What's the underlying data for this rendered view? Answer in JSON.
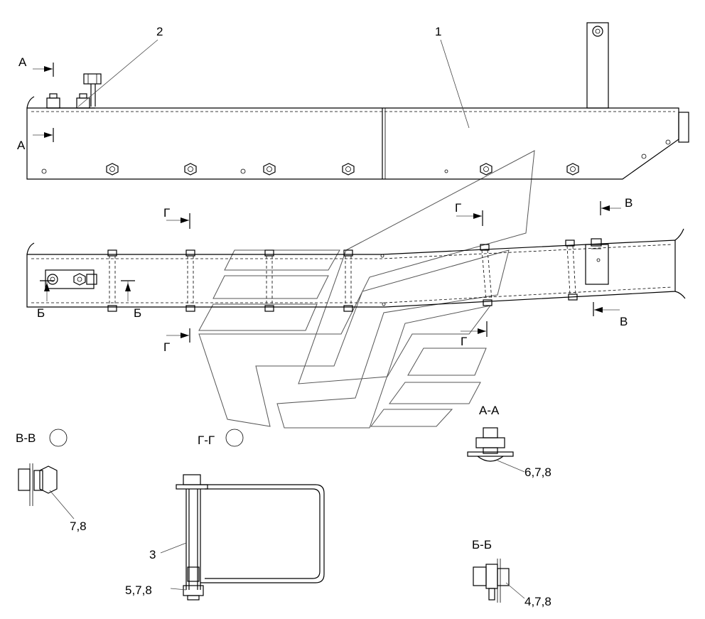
{
  "callouts": {
    "c1": "1",
    "c2": "2",
    "c3": "3",
    "c4": "4,7,8",
    "c5": "5,7,8",
    "c6": "6,7,8",
    "c7": "7,8"
  },
  "section_marks": {
    "a": "А",
    "b": "Б",
    "v": "В",
    "g": "Г"
  },
  "section_titles": {
    "aa": "А-А",
    "bb": "Б-Б",
    "vv": "В-В",
    "gg": "Г-Г"
  }
}
